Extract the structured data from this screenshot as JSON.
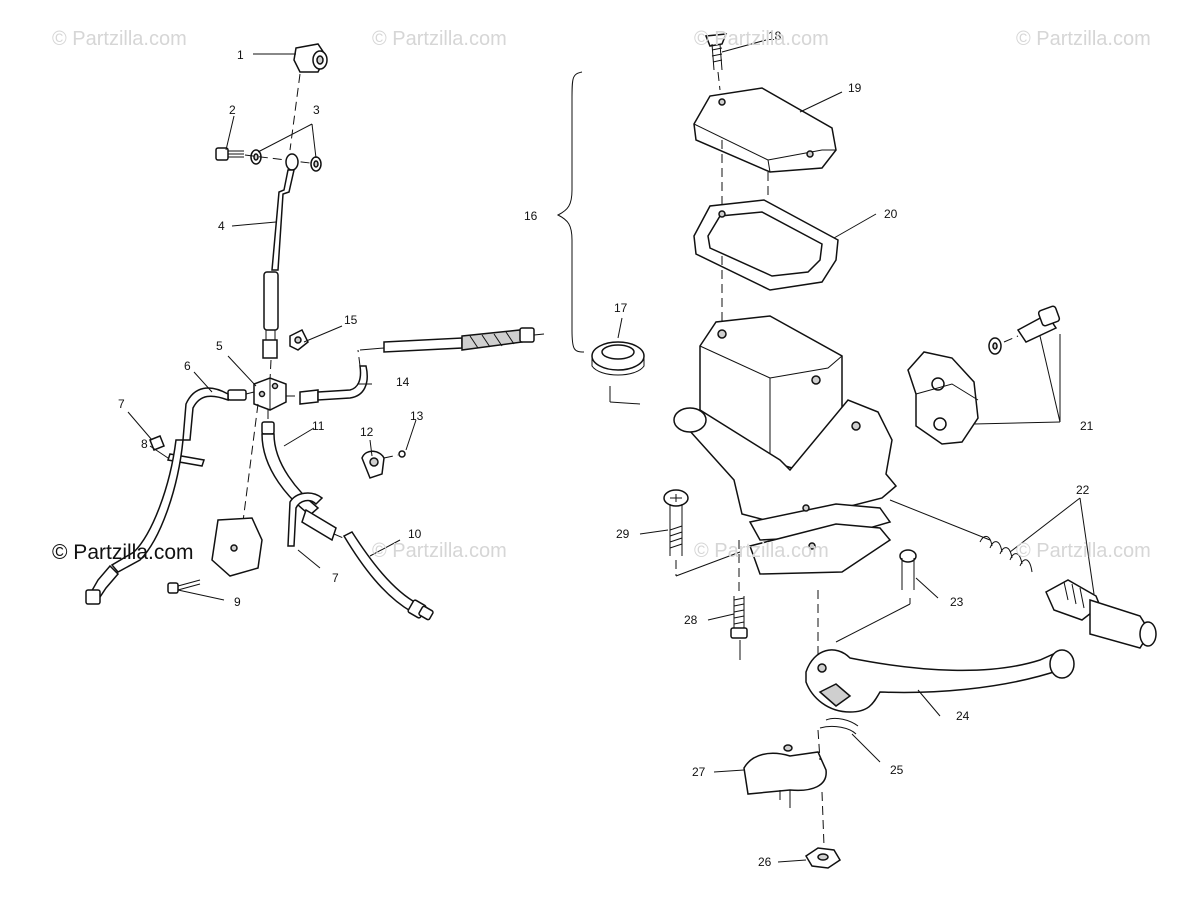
{
  "watermarks": [
    "© Partzilla.com",
    "© Partzilla.com",
    "© Partzilla.com",
    "© Partzilla.com",
    "© Partzilla.com",
    "© Partzilla.com",
    "© Partzilla.com",
    "© Partzilla.com"
  ],
  "callouts": {
    "c1": "1",
    "c2": "2",
    "c3": "3",
    "c4": "4",
    "c5": "5",
    "c6": "6",
    "c7a": "7",
    "c7b": "7",
    "c8": "8",
    "c9": "9",
    "c10": "10",
    "c11": "11",
    "c12": "12",
    "c13": "13",
    "c14": "14",
    "c15": "15",
    "c16": "16",
    "c17": "17",
    "c18": "18",
    "c19": "19",
    "c20": "20",
    "c21": "21",
    "c22": "22",
    "c23": "23",
    "c24": "24",
    "c25": "25",
    "c26": "26",
    "c27": "27",
    "c28": "28",
    "c29": "29"
  }
}
